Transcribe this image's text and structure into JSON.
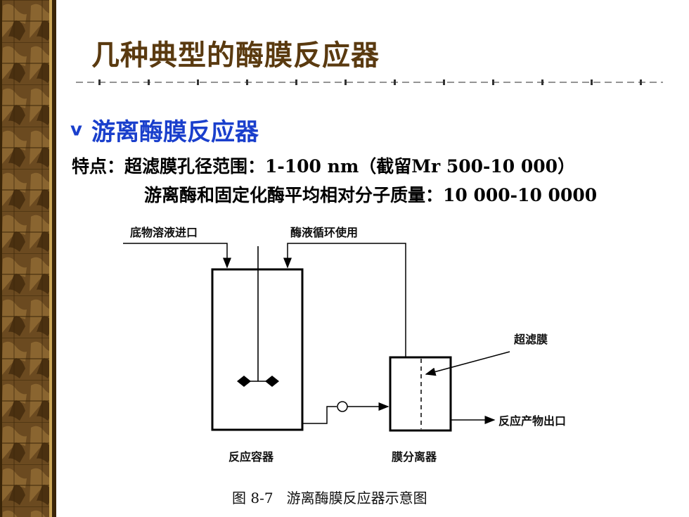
{
  "slide": {
    "title": "几种典型的酶膜反应器",
    "bullet_mark": "v",
    "heading": "游离酶膜反应器",
    "features_line1": "特点：超滤膜孔径范围：1-100 nm（截留Mr 500-10 000）",
    "features_line2": "游离酶和固定化酶平均相对分子质量：10 000-10 0000"
  },
  "diagram": {
    "label_substrate_inlet": "底物溶液进口",
    "label_enzyme_recycle": "酶液循环使用",
    "label_ultrafiltration_membrane": "超滤膜",
    "label_product_outlet": "反应产物出口",
    "label_reactor": "反应容器",
    "label_membrane_separator": "膜分离器",
    "caption": "图 8-7   游离酶膜反应器示意图"
  },
  "colors": {
    "title": "#5a3a10",
    "heading": "#1a3fcc",
    "sidebar_base": "#7a5a2a",
    "sidebar_rail": "#c9a455"
  }
}
